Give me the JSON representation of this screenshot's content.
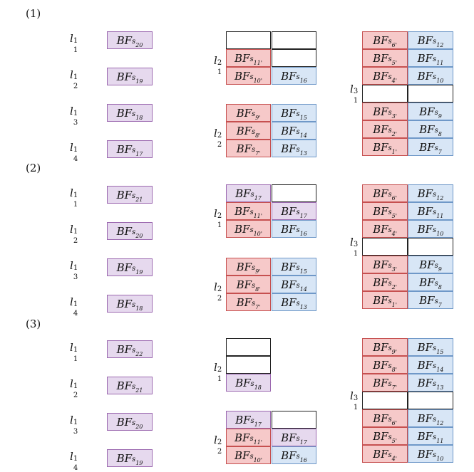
{
  "panels": [
    {
      "label": "(1)",
      "left_labels": [
        {
          "base": "l",
          "sup": "1",
          "sub": "1"
        },
        {
          "base": "l",
          "sup": "1",
          "sub": "2"
        },
        {
          "base": "l",
          "sup": "1",
          "sub": "3"
        },
        {
          "base": "l",
          "sup": "1",
          "sub": "4"
        }
      ],
      "left_boxes": [
        {
          "text": "BF",
          "sub": "s",
          "subsub": "20"
        },
        {
          "text": "BF",
          "sub": "s",
          "subsub": "19"
        },
        {
          "text": "BF",
          "sub": "s",
          "subsub": "18"
        },
        {
          "text": "BF",
          "sub": "s",
          "subsub": "17"
        }
      ],
      "mid_labels": [
        {
          "base": "l",
          "sup": "2",
          "sub": "1"
        },
        {
          "base": "l",
          "sup": "2",
          "sub": "2"
        }
      ],
      "right_label": {
        "base": "l",
        "sup": "3",
        "sub": "1"
      }
    },
    {
      "label": "(2)",
      "left_labels": [
        {
          "base": "l",
          "sup": "1",
          "sub": "1"
        },
        {
          "base": "l",
          "sup": "1",
          "sub": "2"
        },
        {
          "base": "l",
          "sup": "1",
          "sub": "3"
        },
        {
          "base": "l",
          "sup": "1",
          "sub": "4"
        }
      ],
      "left_boxes": [
        {
          "text": "BF",
          "sub": "s",
          "subsub": "21"
        },
        {
          "text": "BF",
          "sub": "s",
          "subsub": "20"
        },
        {
          "text": "BF",
          "sub": "s",
          "subsub": "19"
        },
        {
          "text": "BF",
          "sub": "s",
          "subsub": "18"
        }
      ],
      "mid_labels": [
        {
          "base": "l",
          "sup": "2",
          "sub": "1"
        },
        {
          "base": "l",
          "sup": "2",
          "sub": "2"
        }
      ],
      "right_label": {
        "base": "l",
        "sup": "3",
        "sub": "1"
      }
    },
    {
      "label": "(3)",
      "left_labels": [
        {
          "base": "l",
          "sup": "1",
          "sub": "1"
        },
        {
          "base": "l",
          "sup": "1",
          "sub": "2"
        },
        {
          "base": "l",
          "sup": "1",
          "sub": "3"
        },
        {
          "base": "l",
          "sup": "1",
          "sub": "4"
        }
      ],
      "left_boxes": [
        {
          "text": "BF",
          "sub": "s",
          "subsub": "22"
        },
        {
          "text": "BF",
          "sub": "s",
          "subsub": "21"
        },
        {
          "text": "BF",
          "sub": "s",
          "subsub": "20"
        },
        {
          "text": "BF",
          "sub": "s",
          "subsub": "19"
        }
      ],
      "mid_labels": [
        {
          "base": "l",
          "sup": "2",
          "sub": "1"
        },
        {
          "base": "l",
          "sup": "2",
          "sub": "2"
        }
      ],
      "right_label": {
        "base": "l",
        "sup": "3",
        "sub": "1"
      }
    }
  ],
  "grid_boxes": {
    "p1_mid_top": [
      [
        "",
        "",
        ""
      ],
      [
        "s",
        "11'",
        ""
      ],
      [
        "s",
        "10'",
        "16"
      ]
    ],
    "p1_mid_bottom": [
      [
        "9'",
        "15"
      ],
      [
        "8'",
        "14"
      ],
      [
        "7'",
        "13"
      ]
    ],
    "p1_right_top": [
      [
        "6'",
        "12"
      ],
      [
        "5'",
        "11"
      ],
      [
        "4'",
        "10"
      ]
    ],
    "p1_right_bottom": [
      [
        "3'",
        "9"
      ],
      [
        "2'",
        "8"
      ],
      [
        "1'",
        "7"
      ]
    ],
    "p2_mid_top": [
      [
        "17",
        ""
      ],
      [
        "11'",
        "17"
      ],
      [
        "10'",
        "16"
      ]
    ],
    "p2_mid_bottom": [
      [
        "9'",
        "15"
      ],
      [
        "8'",
        "14"
      ],
      [
        "7'",
        "13"
      ]
    ],
    "p2_right_top": [
      [
        "6'",
        "12"
      ],
      [
        "5'",
        "11"
      ],
      [
        "4'",
        "10"
      ]
    ],
    "p2_right_bottom": [
      [
        "3'",
        "9"
      ],
      [
        "2'",
        "8"
      ],
      [
        "1'",
        "7"
      ]
    ],
    "p3_mid_top": [
      [
        "18"
      ]
    ],
    "p3_mid_bottom": [
      [
        "17",
        ""
      ],
      [
        "11'",
        "17"
      ],
      [
        "10'",
        "16"
      ]
    ],
    "p3_right_top": [
      [
        "9'",
        "15"
      ],
      [
        "8'",
        "14"
      ],
      [
        "7'",
        "13"
      ]
    ],
    "p3_right_bottom": [
      [
        "6'",
        "12"
      ],
      [
        "5'",
        "11"
      ],
      [
        "4'",
        "10"
      ]
    ]
  },
  "colors": {
    "purple_fill": "#e6d9ee",
    "purple_stroke": "#9c69b0",
    "red_fill": "#f6c9c9",
    "red_stroke": "#c65050",
    "blue_fill": "#d8e6f6",
    "blue_stroke": "#6f98c8"
  }
}
